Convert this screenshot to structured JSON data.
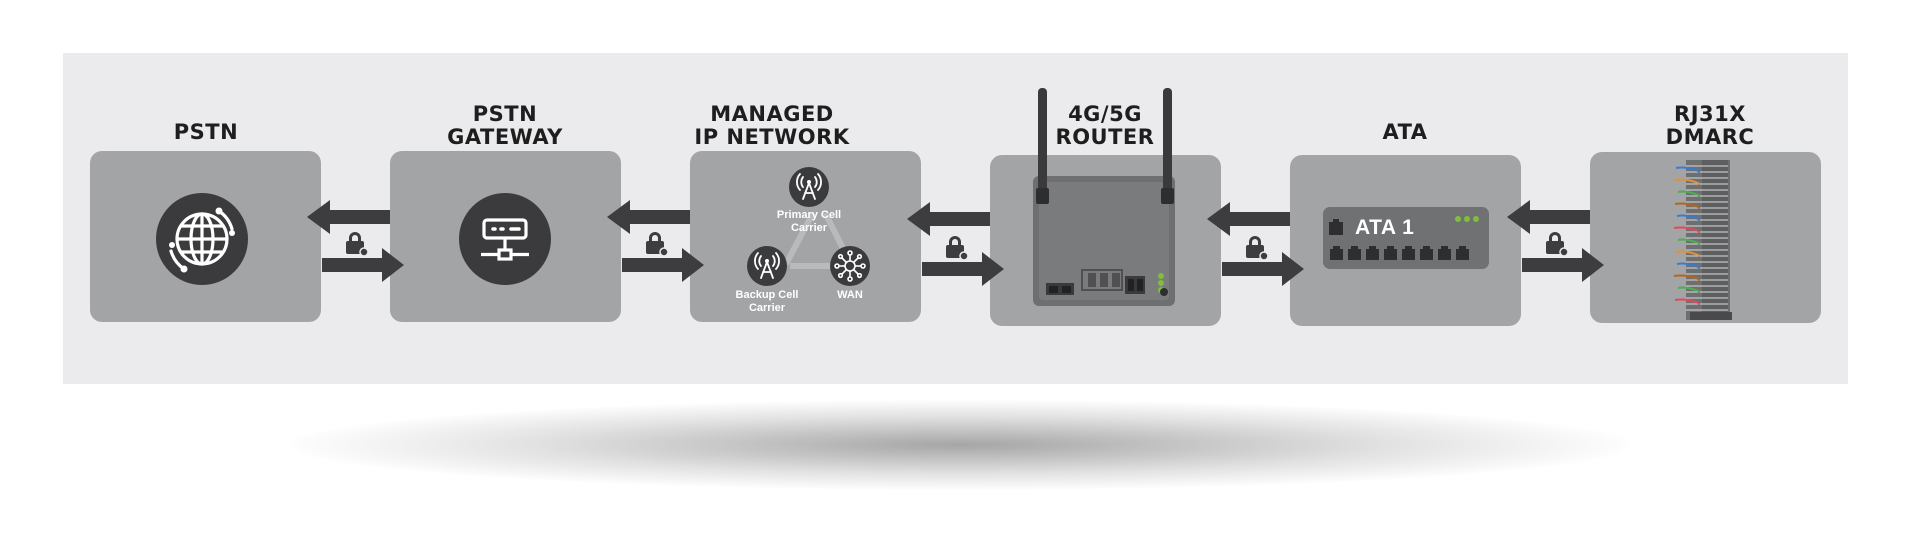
{
  "nodes": [
    {
      "id": "pstn",
      "title_lines": [
        "PSTN"
      ]
    },
    {
      "id": "pstn-gateway",
      "title_lines": [
        "PSTN",
        "GATEWAY"
      ]
    },
    {
      "id": "managed-ip-network",
      "title_lines": [
        "MANAGED",
        "IP NETWORK"
      ],
      "sub_nodes": [
        {
          "label_lines": [
            "Primary Cell",
            "Carrier"
          ],
          "icon": "cell-tower-icon"
        },
        {
          "label_lines": [
            "Backup Cell",
            "Carrier"
          ],
          "icon": "cell-tower-icon"
        },
        {
          "label_lines": [
            "WAN"
          ],
          "icon": "network-hub-icon"
        }
      ]
    },
    {
      "id": "router",
      "title_lines": [
        "4G/5G",
        "ROUTER"
      ]
    },
    {
      "id": "ata",
      "title_lines": [
        "ATA"
      ],
      "device_label": "ATA 1"
    },
    {
      "id": "dmarc",
      "title_lines": [
        "RJ31X",
        "DMARC"
      ]
    }
  ],
  "connections": [
    {
      "from": "pstn-gateway",
      "to": "pstn",
      "direction": "bidirectional",
      "icon": "lock-icon"
    },
    {
      "from": "managed-ip-network",
      "to": "pstn-gateway",
      "direction": "bidirectional",
      "icon": "lock-icon"
    },
    {
      "from": "router",
      "to": "managed-ip-network",
      "direction": "bidirectional",
      "icon": "lock-icon"
    },
    {
      "from": "ata",
      "to": "router",
      "direction": "bidirectional",
      "icon": "lock-icon"
    },
    {
      "from": "dmarc",
      "to": "ata",
      "direction": "bidirectional",
      "icon": "lock-icon"
    }
  ],
  "colors": {
    "panel": "#ebebed",
    "box": "#a3a4a6",
    "dark": "#3b3b3d",
    "arrow": "#3d3d3f",
    "title": "#1e1e1e",
    "led": "#7fbf3a"
  }
}
